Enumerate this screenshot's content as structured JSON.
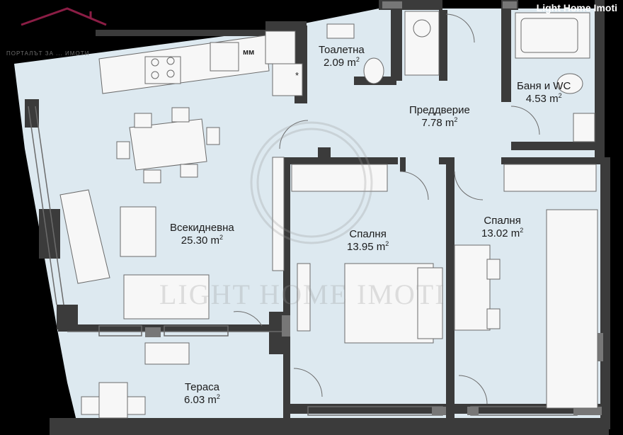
{
  "brand": {
    "name": "Light Home Imoti"
  },
  "watermark": {
    "text": "LIGHT HOME IMOTI"
  },
  "portal": {
    "text": "ПОРТАЛЪТ ЗА ... ИМОТИ"
  },
  "rooms": [
    {
      "key": "toilet",
      "name": "Тоалетна",
      "area": "2.09 m",
      "unit_sup": "2"
    },
    {
      "key": "bath",
      "name": "Баня и WC",
      "area": "4.53 m",
      "unit_sup": "2"
    },
    {
      "key": "hall",
      "name": "Преддверие",
      "area": "7.78 m",
      "unit_sup": "2"
    },
    {
      "key": "living",
      "name": "Всекидневна",
      "area": "25.30 m",
      "unit_sup": "2"
    },
    {
      "key": "bed1",
      "name": "Спалня",
      "area": "13.95 m",
      "unit_sup": "2"
    },
    {
      "key": "bed2",
      "name": "Спалня",
      "area": "13.02 m",
      "unit_sup": "2"
    },
    {
      "key": "terrace",
      "name": "Тераса",
      "area": "6.03 m",
      "unit_sup": "2"
    }
  ],
  "kitchen": {
    "mm_label": "мм",
    "star_label": "*"
  },
  "colors": {
    "floor": "#dde9f0",
    "wall": "#3b3b3b",
    "furniture": "#f7f7f7",
    "line": "#6b6b6b",
    "logo": "#8b1d45"
  }
}
